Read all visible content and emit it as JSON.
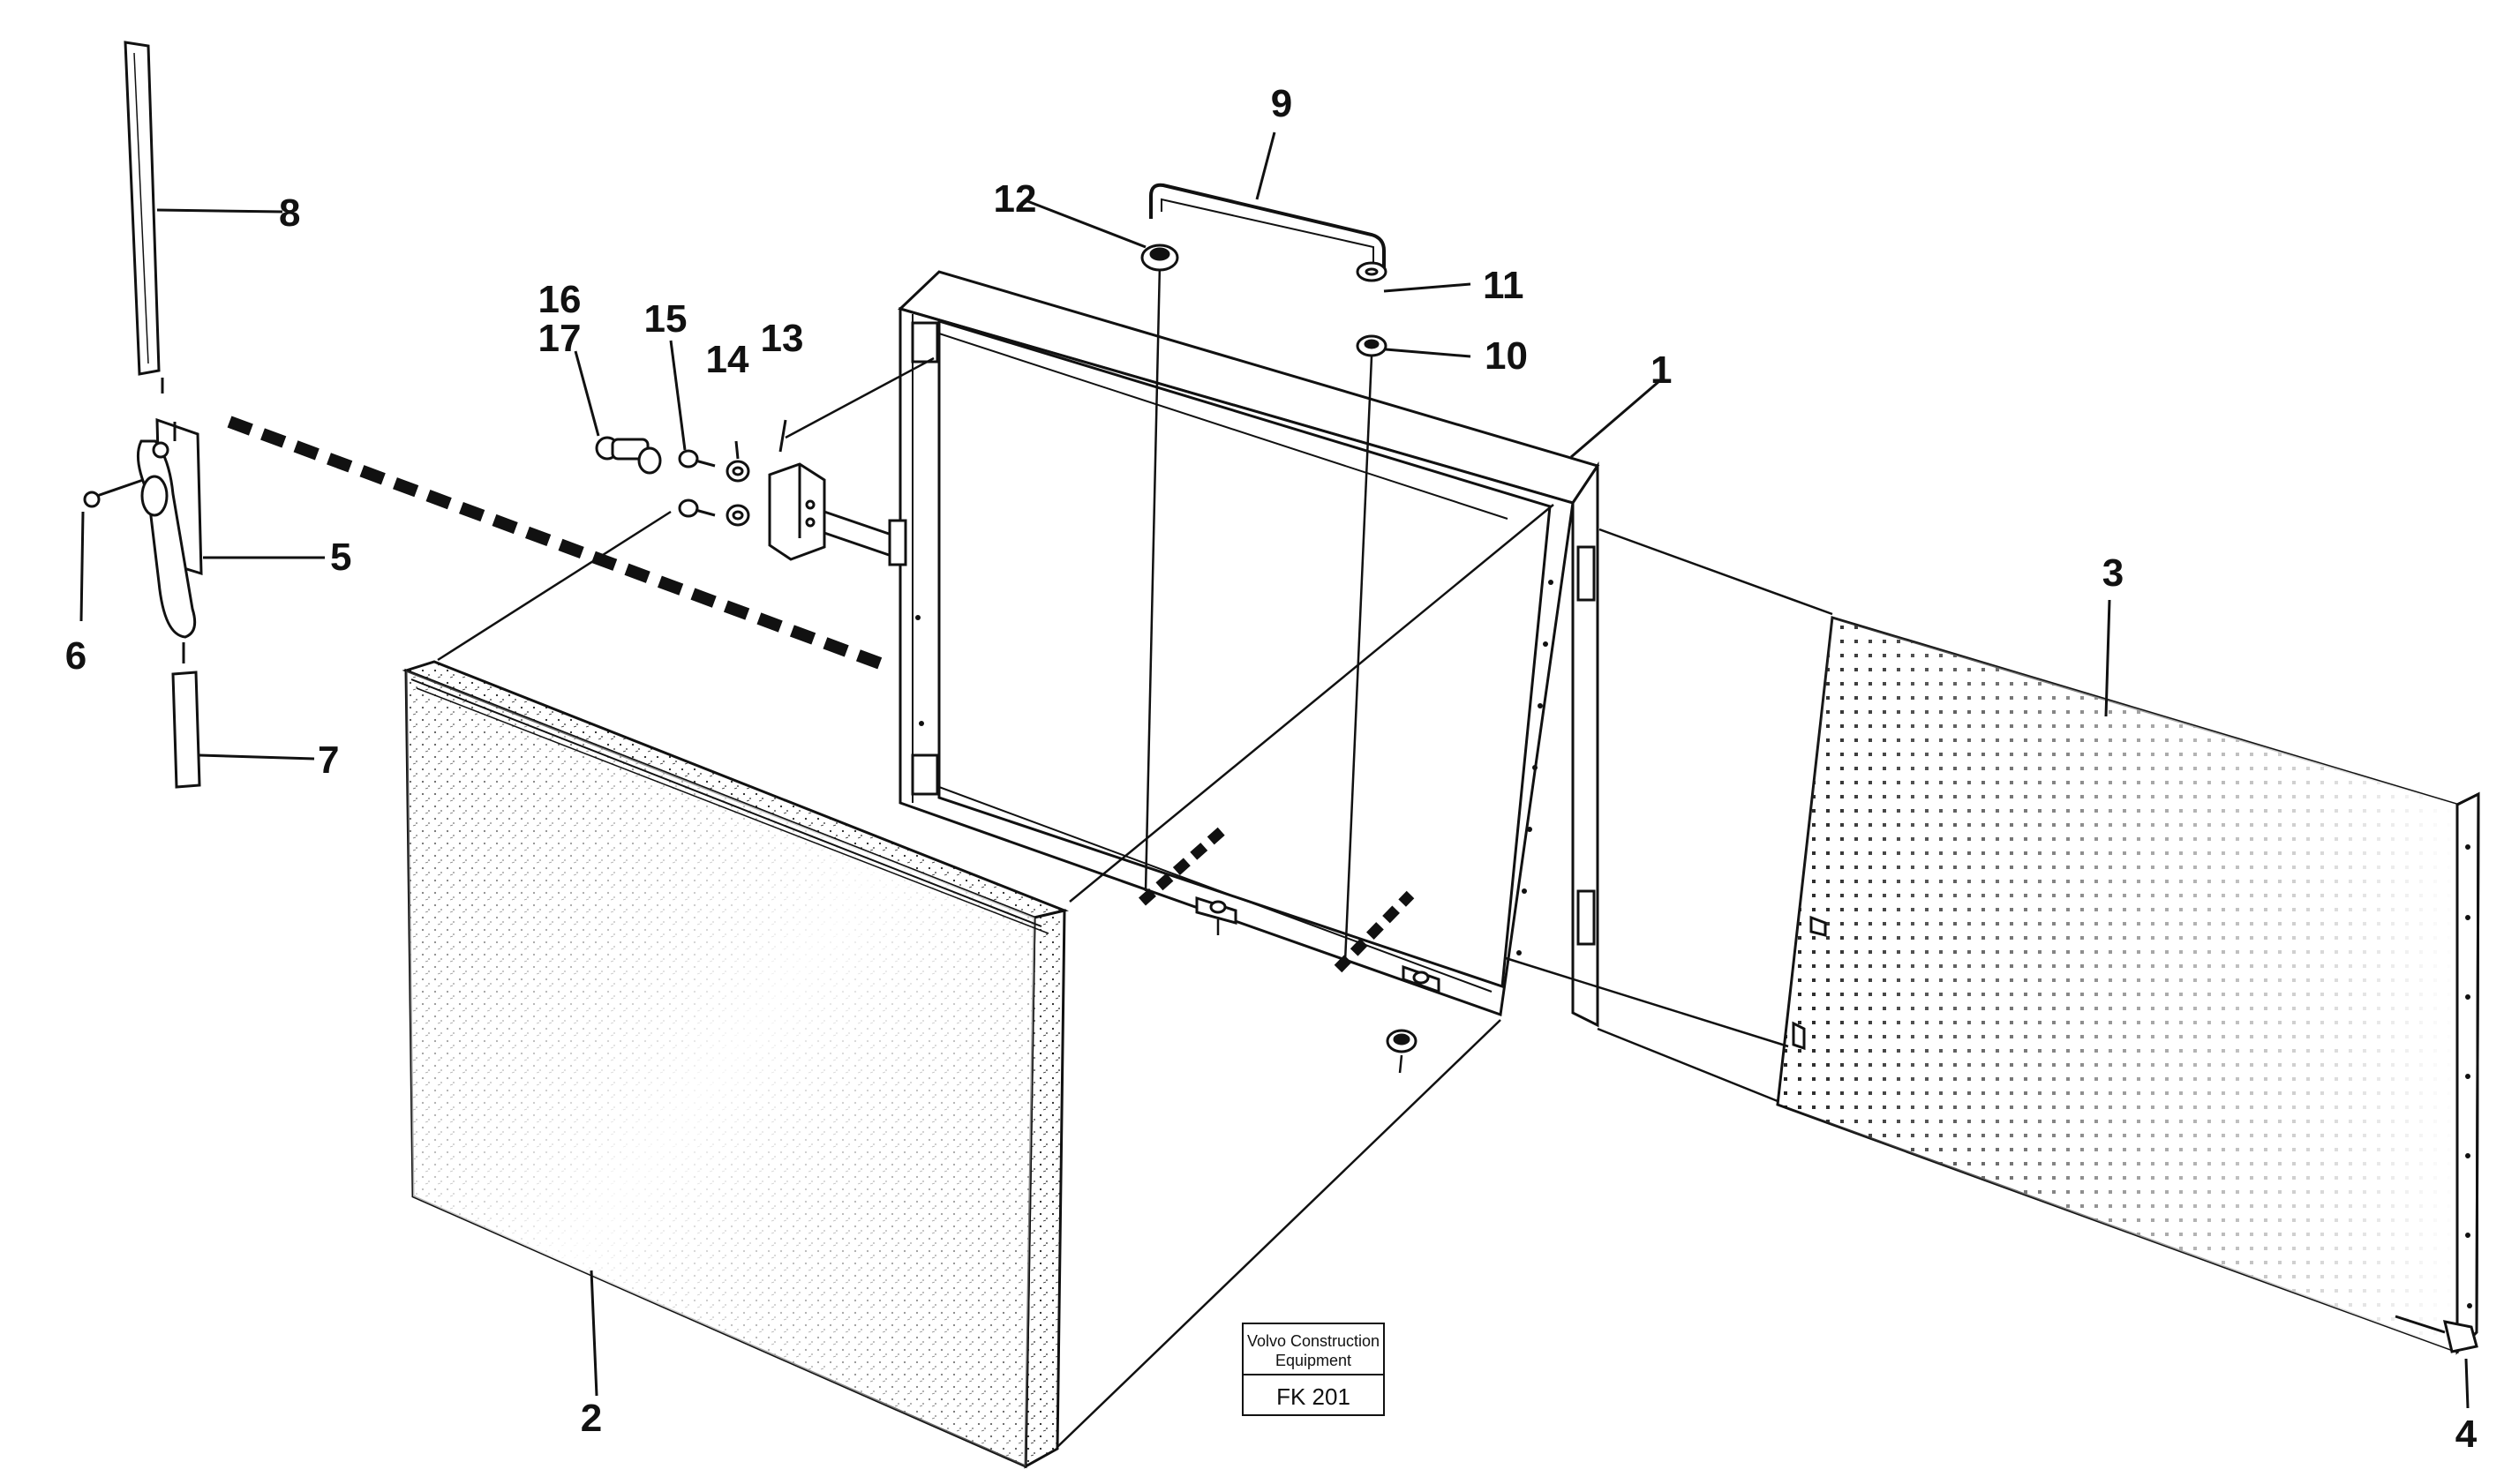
{
  "diagram": {
    "callouts": {
      "c1": "1",
      "c2": "2",
      "c3": "3",
      "c4": "4",
      "c5": "5",
      "c6": "6",
      "c7": "7",
      "c8": "8",
      "c9": "9",
      "c10": "10",
      "c11": "11",
      "c12": "12",
      "c13": "13",
      "c14": "14",
      "c15": "15",
      "c16": "16",
      "c17": "17"
    },
    "stamp": {
      "company_line1": "Volvo Construction",
      "company_line2": "Equipment",
      "figure_code": "FK 201"
    }
  },
  "colors": {
    "ink": "#111111",
    "paper": "#ffffff"
  }
}
